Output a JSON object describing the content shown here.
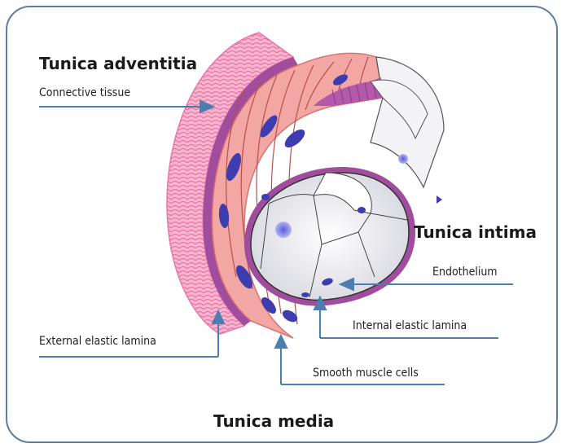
{
  "labels": {
    "tunica_adventitia": "Tunica adventitia",
    "connective_tissue": "Connective tissue",
    "tunica_intima": "Tunica intima",
    "endothelium": "Endothelium",
    "internal_elastic_lamina": "Internal elastic lamina",
    "external_elastic_lamina": "External elastic lamina",
    "smooth_muscle_cells": "Smooth muscle cells",
    "tunica_media": "Tunica media"
  },
  "colors": {
    "frame": "#5b7fa3",
    "leader_line": "#4a7fb0",
    "adventitia": "#f08ab0",
    "media": "#f2a7a4",
    "media_dark": "#d9736f",
    "elastic": "#a04d9e",
    "intima_cells": "#e9e9ee",
    "nucleus": "#3d3db0"
  }
}
